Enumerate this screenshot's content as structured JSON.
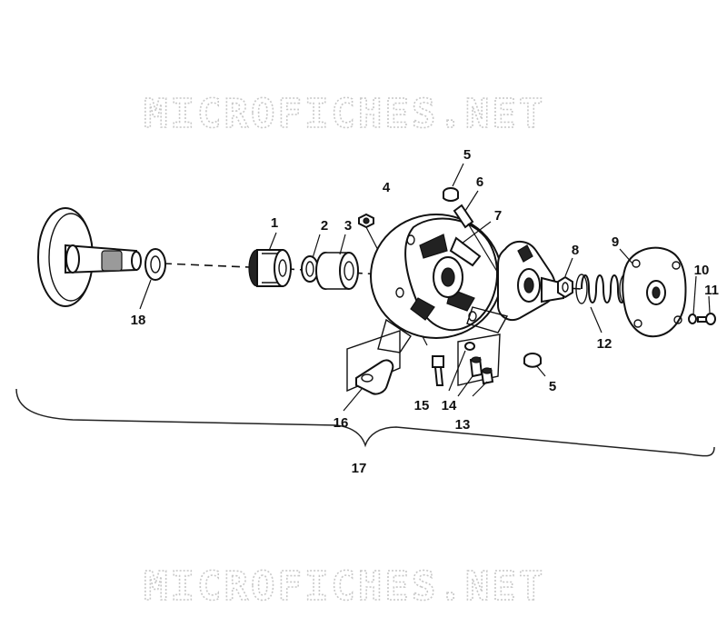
{
  "watermark": {
    "top_text": "MICROFICHES.NET",
    "bottom_text": "MICROFICHES.NET",
    "color": "#c8c8c8"
  },
  "callouts": [
    {
      "id": "c1",
      "label": "1"
    },
    {
      "id": "c2",
      "label": "2"
    },
    {
      "id": "c3",
      "label": "3"
    },
    {
      "id": "c4",
      "label": "4"
    },
    {
      "id": "c5a",
      "label": "5"
    },
    {
      "id": "c6",
      "label": "6"
    },
    {
      "id": "c7",
      "label": "7"
    },
    {
      "id": "c8",
      "label": "8"
    },
    {
      "id": "c9",
      "label": "9"
    },
    {
      "id": "c10",
      "label": "10"
    },
    {
      "id": "c11",
      "label": "11"
    },
    {
      "id": "c12",
      "label": "12"
    },
    {
      "id": "c13",
      "label": "13"
    },
    {
      "id": "c14",
      "label": "14"
    },
    {
      "id": "c15",
      "label": "15"
    },
    {
      "id": "c16",
      "label": "16"
    },
    {
      "id": "c5b",
      "label": "5"
    },
    {
      "id": "c17",
      "label": "17"
    },
    {
      "id": "c18",
      "label": "18"
    }
  ]
}
